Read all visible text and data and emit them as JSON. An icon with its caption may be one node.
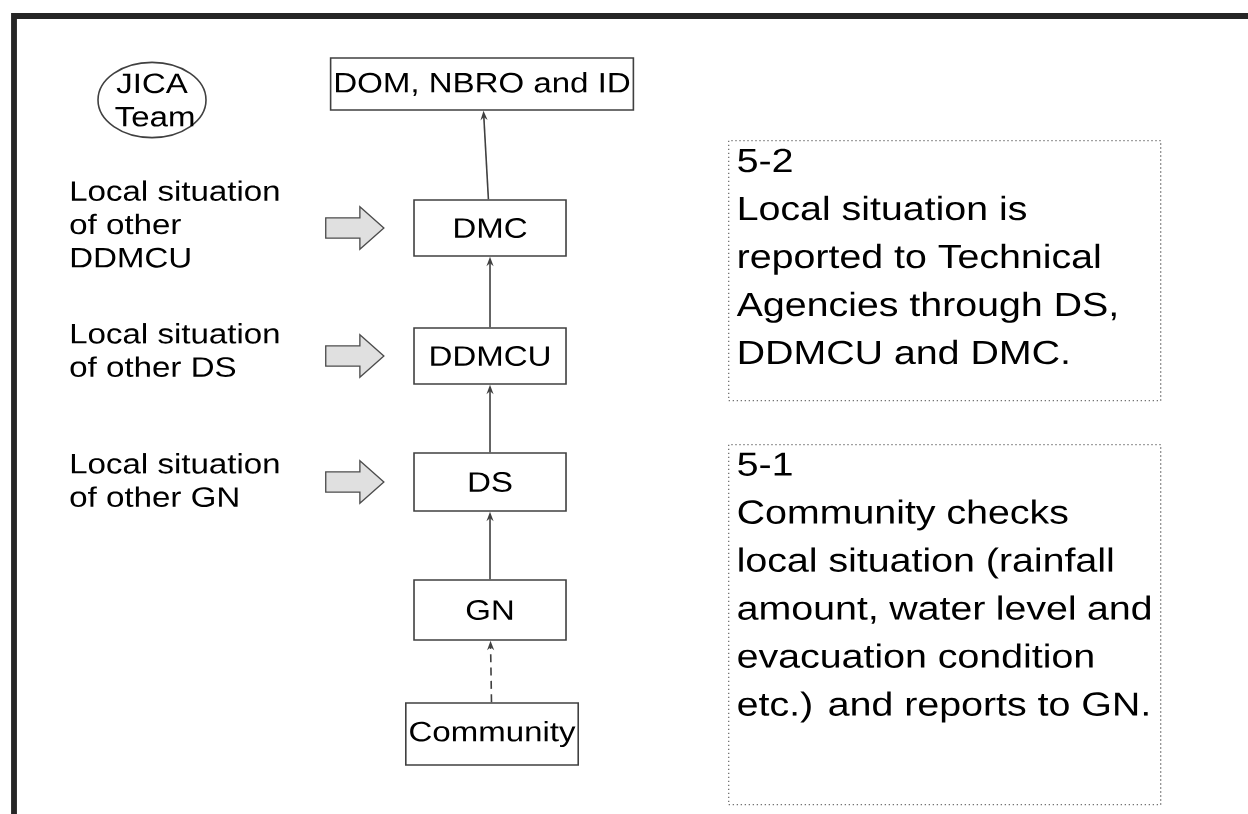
{
  "diagram": {
    "nodes": [
      {
        "text": [
          "DOM, NBRO and ID"
        ]
      },
      {
        "text": [
          "JICA Team"
        ]
      },
      {
        "text": [
          "DMC"
        ]
      },
      {
        "text": [
          "DDMCU"
        ]
      },
      {
        "text": [
          "DS"
        ]
      },
      {
        "text": [
          "GN"
        ]
      },
      {
        "text": [
          "Community"
        ]
      },
      {
        "text": [
          "Local situation of other DDMCU"
        ]
      },
      {
        "text": [
          "Local situation of other DS"
        ]
      },
      {
        "text": [
          "Local situation of other GN"
        ]
      },
      {
        "text": [
          "5-2",
          "Local situation is reported to Technical Agencies through DS, DDMCU and DMC."
        ]
      },
      {
        "text": [
          "5-1",
          "Community checks local situation (rainfall amount, water level and evacuation condition etc.) and reports to GN."
        ]
      }
    ],
    "edges": [
      {
        "from": 6,
        "to": 5,
        "arrow": "to",
        "style": "dashed"
      },
      {
        "from": 5,
        "to": 4,
        "arrow": "to"
      },
      {
        "from": 4,
        "to": 3,
        "arrow": "to"
      },
      {
        "from": 3,
        "to": 2,
        "arrow": "to"
      },
      {
        "from": 2,
        "to": 0,
        "arrow": "to"
      },
      {
        "from": 7,
        "to": 2,
        "arrow": "to"
      },
      {
        "from": 8,
        "to": 3,
        "arrow": "to"
      },
      {
        "from": 9,
        "to": 4,
        "arrow": "to"
      }
    ]
  }
}
